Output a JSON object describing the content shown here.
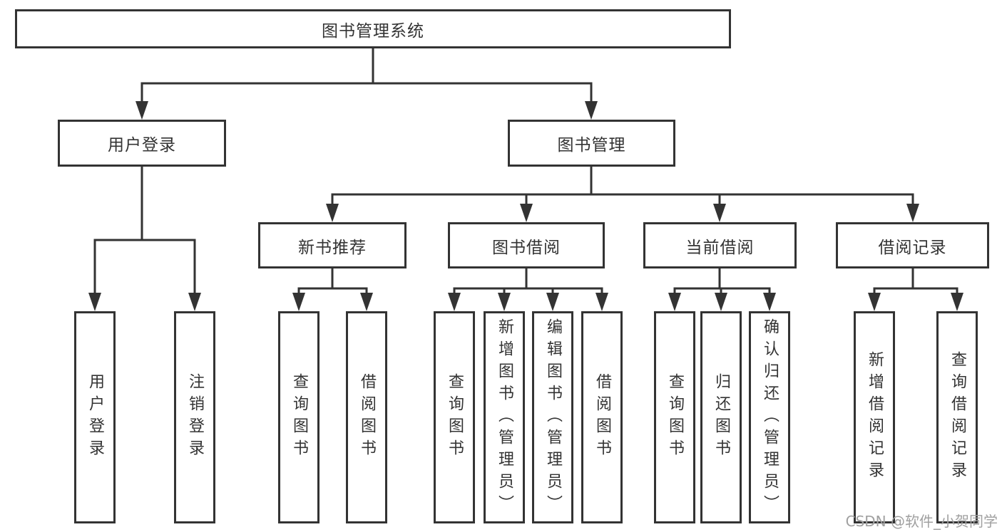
{
  "colors": {
    "line": "#333333",
    "text": "#333333",
    "watermark": "#a0a0a0",
    "background": "#ffffff"
  },
  "nodes": {
    "root": {
      "label": "图书管理系统"
    },
    "level2": [
      {
        "label": "用户登录"
      },
      {
        "label": "图书管理"
      }
    ],
    "level3": [
      {
        "label": "新书推荐"
      },
      {
        "label": "图书借阅"
      },
      {
        "label": "当前借阅"
      },
      {
        "label": "借阅记录"
      }
    ],
    "leaves": [
      {
        "label": "用户登录"
      },
      {
        "label": "注销登录"
      },
      {
        "label": "查询图书"
      },
      {
        "label": "借阅图书"
      },
      {
        "label": "查询图书"
      },
      {
        "label": "新增图书（管理员）"
      },
      {
        "label": "编辑图书（管理员）"
      },
      {
        "label": "借阅图书"
      },
      {
        "label": "查询图书"
      },
      {
        "label": "归还图书"
      },
      {
        "label": "确认归还（管理员）"
      },
      {
        "label": "新增借阅记录"
      },
      {
        "label": "查询借阅记录"
      }
    ]
  },
  "watermark": {
    "text": "CSDN @软件_小贺同学"
  }
}
